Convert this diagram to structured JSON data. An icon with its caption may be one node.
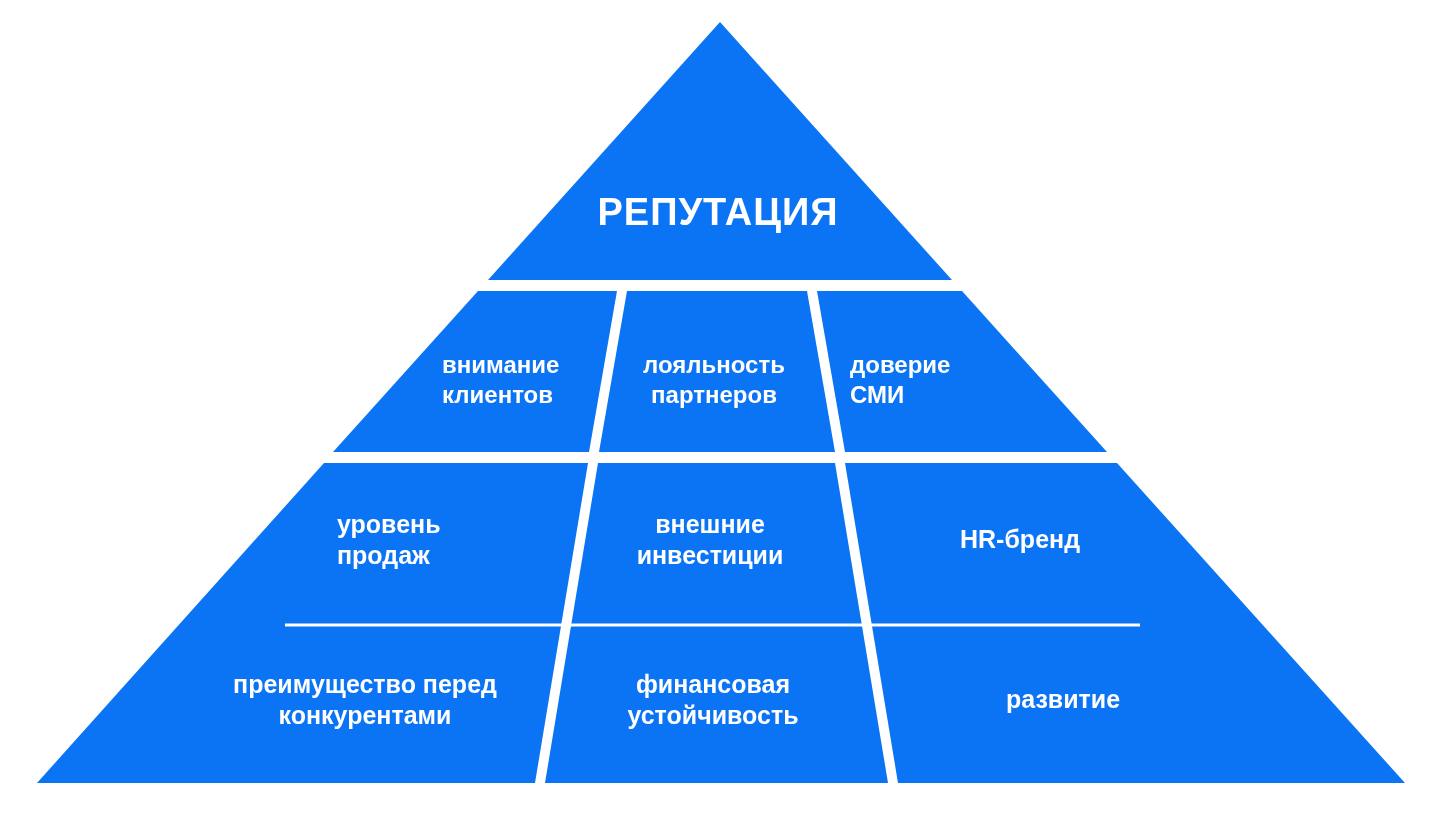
{
  "diagram": {
    "nodes": [
      {
        "text": [
          "РЕПУТАЦИЯ"
        ]
      },
      {
        "text": [
          "внимание клиентов"
        ]
      },
      {
        "text": [
          "лояльность партнеров"
        ]
      },
      {
        "text": [
          "доверие СМИ"
        ]
      },
      {
        "text": [
          "уровень продаж"
        ]
      },
      {
        "text": [
          "внешние инвестиции"
        ]
      },
      {
        "text": [
          "HR-бренд"
        ]
      },
      {
        "text": [
          "преимущество перед конкурентами"
        ]
      },
      {
        "text": [
          "финансовая устойчивость"
        ]
      },
      {
        "text": [
          "развитие"
        ]
      }
    ]
  }
}
